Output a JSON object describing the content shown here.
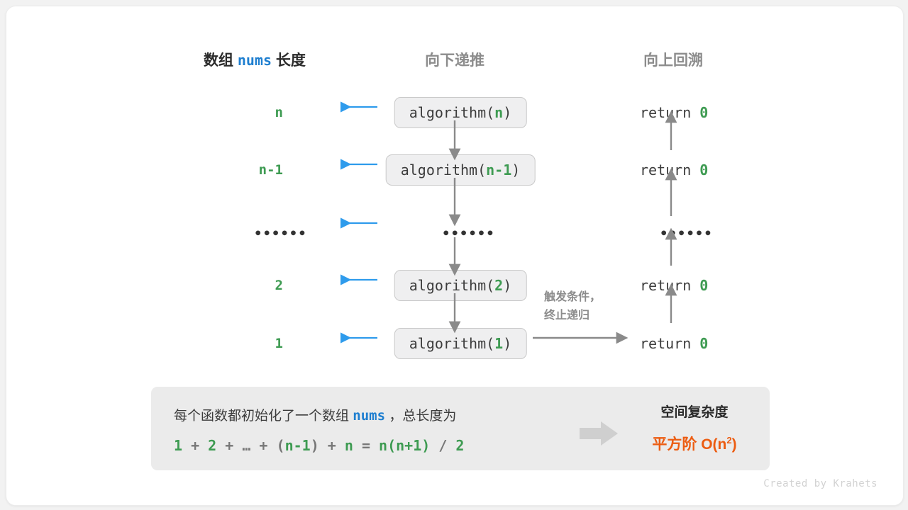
{
  "headers": {
    "left_prefix": "数组",
    "left_code": "nums",
    "left_suffix": "长度",
    "middle": "向下递推",
    "right": "向上回溯"
  },
  "colors": {
    "green": "#3e9b52",
    "blue": "#1f7fd0",
    "arrow_blue": "#2e9bec",
    "gray_arrow": "#8a8a8a",
    "orange": "#ec5c11",
    "box_fill": "#efeff0",
    "summary_fill": "#ebebeb"
  },
  "rows": [
    {
      "length": "n",
      "call_prefix": "algorithm(",
      "call_arg": "n",
      "call_suffix": ")",
      "ret_text": "return ",
      "ret_value": "0",
      "is_ellipsis": false
    },
    {
      "length": "n-1",
      "call_prefix": "algorithm(",
      "call_arg": "n-1",
      "call_suffix": ")",
      "ret_text": "return ",
      "ret_value": "0",
      "is_ellipsis": false
    },
    {
      "length": "••••••",
      "call_prefix": "••••••",
      "call_arg": "",
      "call_suffix": "",
      "ret_text": "••••••",
      "ret_value": "",
      "is_ellipsis": true
    },
    {
      "length": "2",
      "call_prefix": "algorithm(",
      "call_arg": "2",
      "call_suffix": ")",
      "ret_text": "return ",
      "ret_value": "0",
      "is_ellipsis": false
    },
    {
      "length": "1",
      "call_prefix": "algorithm(",
      "call_arg": "1",
      "call_suffix": ")",
      "ret_text": "return ",
      "ret_value": "0",
      "is_ellipsis": false
    }
  ],
  "trigger_note": {
    "line1": "触发条件，",
    "line2": "终止递归"
  },
  "summary": {
    "sentence_before": "每个函数都初始化了一个数组",
    "sentence_code": "nums",
    "sentence_after": "，总长度为",
    "formula": [
      {
        "t": "1",
        "g": true
      },
      {
        "t": " + ",
        "g": false
      },
      {
        "t": "2",
        "g": true
      },
      {
        "t": " + ",
        "g": false
      },
      {
        "t": "…",
        "g": false
      },
      {
        "t": " + ",
        "g": false
      },
      {
        "t": "(",
        "g": false
      },
      {
        "t": "n-1",
        "g": true
      },
      {
        "t": ")",
        "g": false
      },
      {
        "t": " + ",
        "g": false
      },
      {
        "t": "n",
        "g": true
      },
      {
        "t": " = ",
        "g": false
      },
      {
        "t": "n(n+1)",
        "g": true
      },
      {
        "t": " / ",
        "g": false
      },
      {
        "t": "2",
        "g": true
      }
    ],
    "result_title": "空间复杂度",
    "result_label": "平方阶",
    "result_big": "O(n",
    "result_sup": "2",
    "result_tail": ")"
  },
  "footer": "Created by Krahets"
}
